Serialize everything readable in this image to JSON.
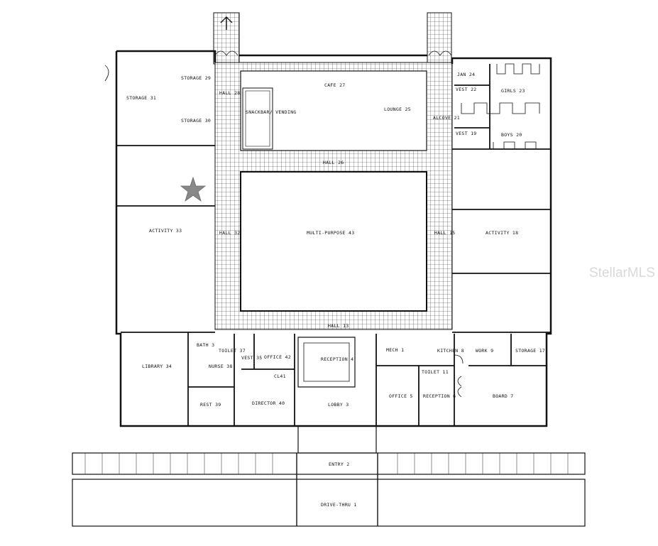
{
  "rooms": {
    "storage_29": "STORAGE 29",
    "storage_31": "STORAGE 31",
    "storage_30": "STORAGE 30",
    "hall_28": "HALL 28",
    "snackbar": "SNACKBAR/ VENDING",
    "cafe_27": "CAFE 27",
    "lounge_25": "LOUNGE 25",
    "jan_24": "JAN 24",
    "vest_22": "VEST 22",
    "girls_23": "GIRLS 23",
    "alcove_21": "ALCOVE 21",
    "vest_19": "VEST 19",
    "boys_20": "BOYS 20",
    "hall_26": "HALL 26",
    "activity_33": "ACTIVITY 33",
    "multipurpose_43": "MULTI-PURPOSE 43",
    "activity_18": "ACTIVITY 18",
    "hall_32": "HALL 32",
    "hall_15": "HALL 15",
    "hall_13": "HALL 13",
    "library_34": "LIBRARY 34",
    "bath": "BATH 3",
    "toilet_37": "TOILET 37",
    "vest_35": "VEST 35",
    "office_42": "OFFICE 42",
    "nurse_38": "NURSE 38",
    "cl_41": "CL41",
    "reception_4": "RECEPTION 4",
    "mech": "MECH 1",
    "kitchen_8": "KITCHEN 8",
    "work_9": "WORK 9",
    "storage_17": "STORAGE 17",
    "toilet_11": "TOILET 11",
    "rest_39": "REST 39",
    "director_40": "DIRECTOR 40",
    "lobby_3": "LOBBY 3",
    "office_5": "OFFICE 5",
    "reception_6": "RECEPTION 6",
    "board_7": "BOARD 7",
    "entry_2": "ENTRY 2",
    "drive_thru_1": "DRIVE-THRU 1"
  },
  "watermark": "StellarMLS",
  "icons": {
    "north_arrow": "arrow-up",
    "location_marker": "star"
  }
}
